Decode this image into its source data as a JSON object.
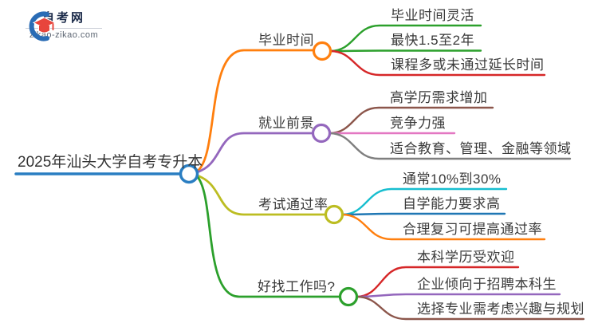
{
  "logo": {
    "title": "自考网",
    "domain": "zikao-zikao.com",
    "icon": "graduation-cap-with-swoosh",
    "cap_color": "#e8453c",
    "swoosh_color": "#2a6cb5",
    "title_color": "#1c2b4a"
  },
  "root": {
    "label": "2025年汕头大学自考专升本",
    "color": "#2a7ec2"
  },
  "branches": [
    {
      "label": "毕业时间",
      "color": "#ff7f0e",
      "children": [
        {
          "label": "毕业时间灵活",
          "color": "#2ca02c"
        },
        {
          "label": "最快1.5至2年",
          "color": "#2ca02c"
        },
        {
          "label": "课程多或未通过延长时间",
          "color": "#d62728"
        }
      ]
    },
    {
      "label": "就业前景",
      "color": "#9467bd",
      "children": [
        {
          "label": "高学历需求增加",
          "color": "#8c564b"
        },
        {
          "label": "竞争力强",
          "color": "#e377c2"
        },
        {
          "label": "适合教育、管理、金融等领域",
          "color": "#7f7f7f"
        }
      ]
    },
    {
      "label": "考试通过率",
      "color": "#bcbd22",
      "children": [
        {
          "label": "通常10%到30%",
          "color": "#17becf"
        },
        {
          "label": "自学能力要求高",
          "color": "#1f77b4"
        },
        {
          "label": "合理复习可提高通过率",
          "color": "#ff7f0e"
        }
      ]
    },
    {
      "label": "好找工作吗?",
      "color": "#2ca02c",
      "children": [
        {
          "label": "本科学历受欢迎",
          "color": "#d62728"
        },
        {
          "label": "企业倾向于招聘本科生",
          "color": "#9467bd"
        },
        {
          "label": "选择专业需考虑兴趣与规划",
          "color": "#8c564b"
        }
      ]
    }
  ]
}
